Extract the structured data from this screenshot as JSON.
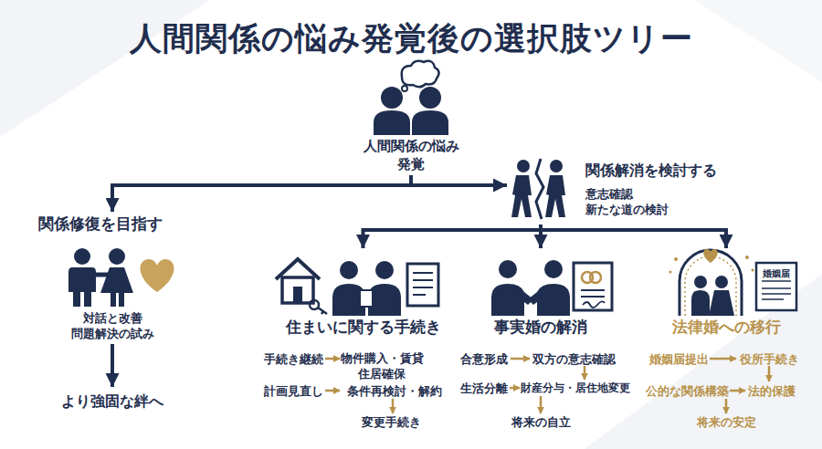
{
  "diagram": {
    "title": "人間関係の悩み発覚後の選択肢ツリー",
    "nodes": [
      {
        "text": [
          "人間関係の悩み 発覚"
        ]
      },
      {
        "text": [
          "関係修復を目指す",
          "対話と改善 問題解決の試み"
        ]
      },
      {
        "text": [
          "より強固な絆へ"
        ]
      },
      {
        "text": [
          "関係解消を検討する",
          "意志確認 新たな道の検討"
        ]
      },
      {
        "text": [
          "住まいに関する手続き"
        ]
      },
      {
        "text": [
          "事実婚の解消"
        ]
      },
      {
        "text": [
          "法律婚への移行"
        ]
      }
    ],
    "edges": [
      {
        "from": 0,
        "to": 1,
        "arrow": "to"
      },
      {
        "from": 0,
        "to": 3,
        "arrow": "to"
      },
      {
        "from": 1,
        "to": 2,
        "arrow": "to"
      },
      {
        "from": 3,
        "to": 4,
        "arrow": "to"
      },
      {
        "from": 3,
        "to": 5,
        "arrow": "to"
      },
      {
        "from": 3,
        "to": 6,
        "arrow": "to"
      }
    ],
    "labels": [
      "手続き継続",
      "物件購入・賃貸 住居確保",
      "計画見直し",
      "条件再検討・解約",
      "変更手続き",
      "合意形成",
      "双方の意志確認",
      "生活分離",
      "財産分与・居住地変更",
      "将来の自立",
      "婚姻届提出",
      "役所手続き",
      "公的な関係構築",
      "法的保護",
      "将来の安定",
      "婚姻届"
    ]
  }
}
